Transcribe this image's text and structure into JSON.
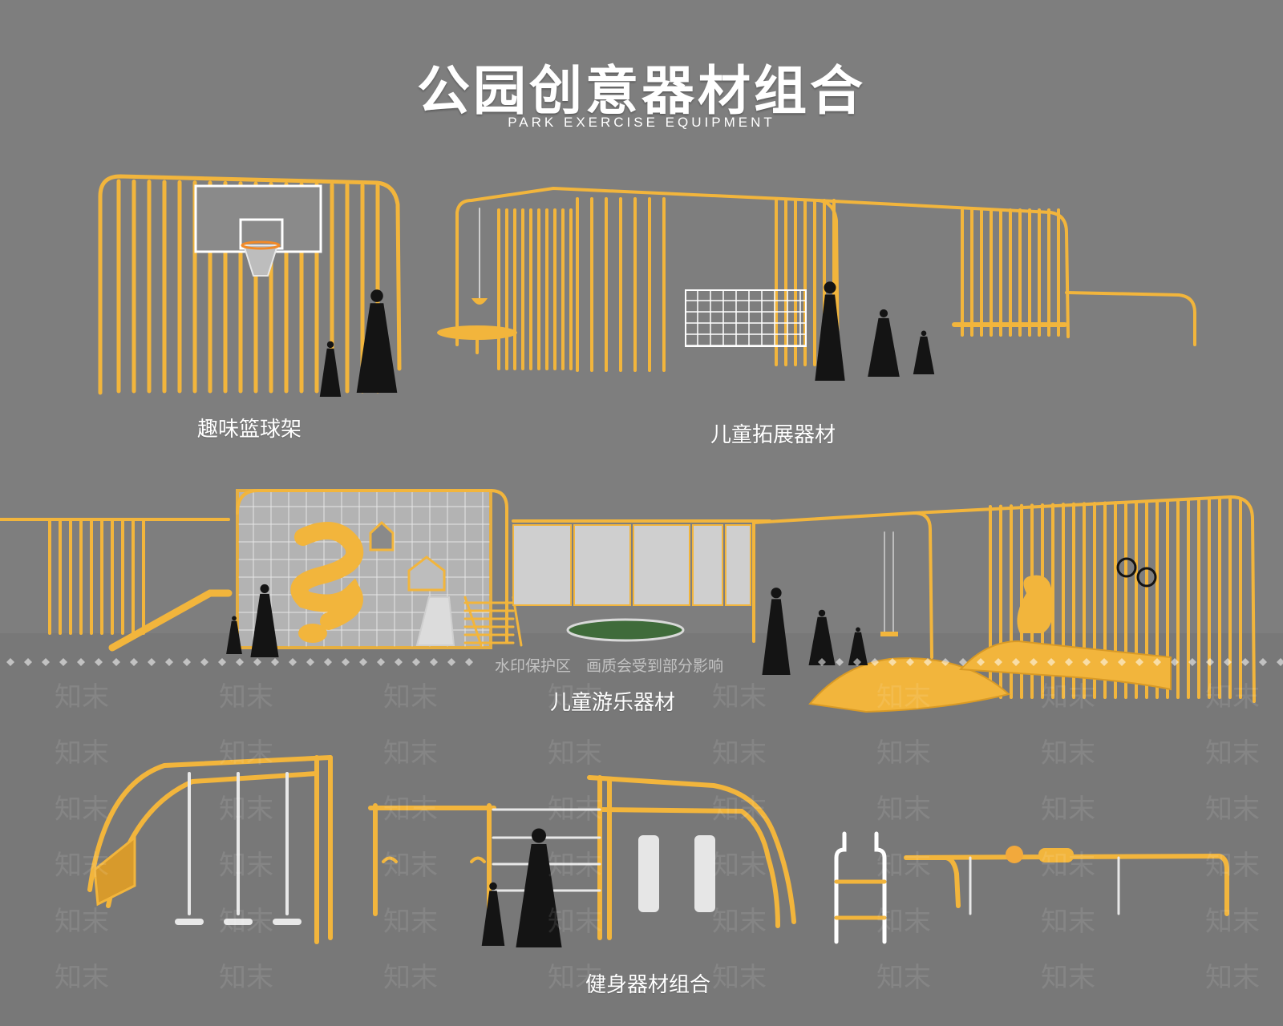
{
  "page": {
    "title": "公园创意器材组合",
    "subtitle": "PARK EXERCISE EQUIPMENT"
  },
  "sections": [
    {
      "label": "趣味篮球架"
    },
    {
      "label": "儿童拓展器材"
    },
    {
      "label": "儿童游乐器材"
    },
    {
      "label": "健身器材组合"
    }
  ],
  "watermark": {
    "notice": "水印保护区　画质会受到部分影响",
    "brand": "知末"
  },
  "colors": {
    "background": "#7e7e7e",
    "equipment_yellow": "#f2b53c",
    "silhouette": "#141414",
    "text": "#ffffff"
  }
}
